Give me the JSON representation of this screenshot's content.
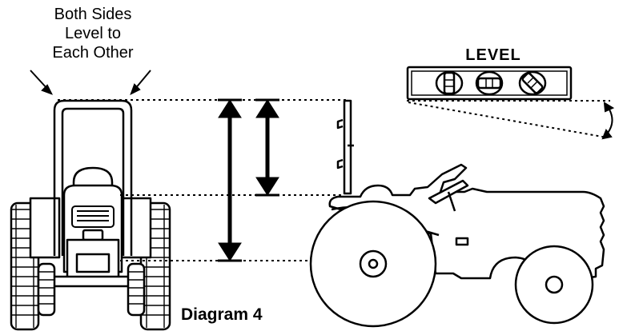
{
  "callout": {
    "lines": [
      "Both Sides",
      "Level to",
      "Each Other"
    ]
  },
  "level": {
    "label": "LEVEL"
  },
  "caption": "Diagram 4",
  "colors": {
    "ink": "#000000",
    "paper": "#ffffff"
  }
}
